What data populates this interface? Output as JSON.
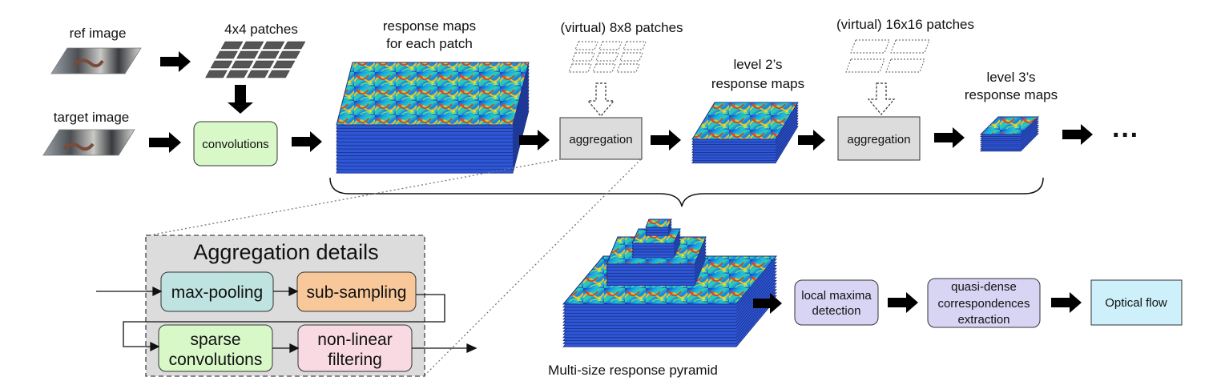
{
  "labels": {
    "ref_image": "ref image",
    "target_image": "target image",
    "patches_4x4": "4x4 patches",
    "response_maps_line1": "response maps",
    "response_maps_line2": "for each patch",
    "virtual_8x8": "(virtual) 8x8 patches",
    "virtual_16x16": "(virtual) 16x16 patches",
    "level2_line1": "level 2’s",
    "level2_line2": "response maps",
    "level3_line1": "level 3’s",
    "level3_line2": "response maps",
    "ellipsis": "···",
    "pyramid_caption": "Multi-size response pyramid"
  },
  "boxes": {
    "convolutions": "convolutions",
    "aggregation_1": "aggregation",
    "aggregation_2": "aggregation",
    "local_maxima_line1": "local maxima",
    "local_maxima_line2": "detection",
    "quasi_line1": "quasi-dense",
    "quasi_line2": "correspondences",
    "quasi_line3": "extraction",
    "optical_flow": "Optical flow"
  },
  "aggregation_details": {
    "title": "Aggregation details",
    "max_pooling": "max-pooling",
    "sub_sampling": "sub-sampling",
    "sparse_line1": "sparse",
    "sparse_line2": "convolutions",
    "nonlinear_line1": "non-linear",
    "nonlinear_line2": "filtering"
  },
  "colors": {
    "green_box": "#d8f8c8",
    "gray_box": "#dcdcdc",
    "purple_box": "#d8d4f4",
    "cyan_box": "#cdf0fb",
    "teal_box": "#bfe3e0",
    "orange_box": "#f8c89a",
    "pink_box": "#f9d9e2",
    "map_edge": "#2c3fa0"
  }
}
